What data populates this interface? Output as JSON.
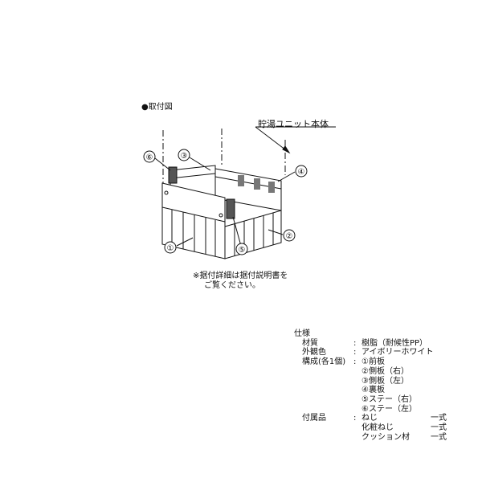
{
  "section_title": "●取付図",
  "unit_label": "貯湯ユニット本体",
  "callouts": [
    "①",
    "②",
    "③",
    "④",
    "⑤",
    "⑥"
  ],
  "note": {
    "line1": "※据付詳細は据付説明書を",
    "line2": "ご覧ください。"
  },
  "spec": {
    "heading": "仕様",
    "rows": [
      {
        "key": "材質",
        "sep": ":",
        "values": [
          "樹脂（耐候性PP）"
        ]
      },
      {
        "key": "外観色",
        "sep": ":",
        "values": [
          "アイボリーホワイト"
        ]
      },
      {
        "key": "構成(各1個)",
        "sep": ":",
        "values": [
          "①前板",
          "②側板（右）",
          "③側板（左）",
          "④裏板",
          "⑤ステー（右）",
          "⑥ステー（左）"
        ]
      }
    ],
    "accessories_key": "付属品",
    "accessories_sep": ":",
    "accessories": [
      {
        "name": "ねじ",
        "qty": "一式"
      },
      {
        "name": "化粧ねじ",
        "qty": "一式"
      },
      {
        "name": "クッション材",
        "qty": "一式"
      }
    ]
  }
}
